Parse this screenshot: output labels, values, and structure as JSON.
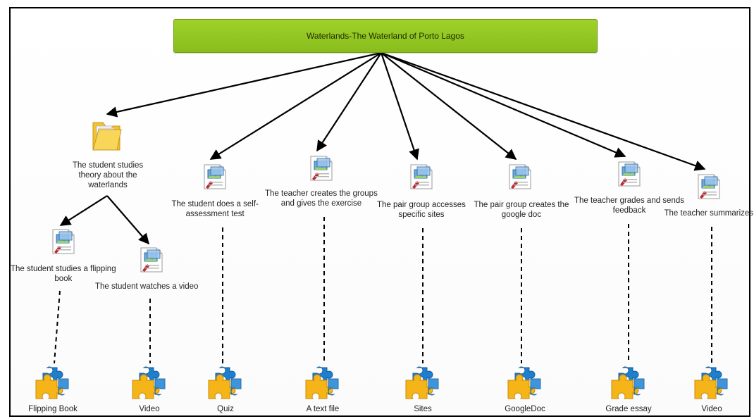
{
  "title": "Waterlands-The Waterland of Porto Lagos",
  "theory": {
    "label": [
      "The student  studies",
      "theory about the",
      "waterlands"
    ]
  },
  "sub_activities": [
    {
      "lines": [
        "The student studies a flipping",
        "book"
      ],
      "resource": "Flipping Book"
    },
    {
      "lines": [
        "The student watches a video"
      ],
      "resource": "Video"
    }
  ],
  "activities": [
    {
      "lines": [
        "The student does a self-",
        "assessment test"
      ],
      "resource": "Quiz"
    },
    {
      "lines": [
        "The teacher creates the groups",
        "and gives the exercise"
      ],
      "resource": "A text file"
    },
    {
      "lines": [
        "The pair group accesses",
        "specific sites"
      ],
      "resource": "Sites"
    },
    {
      "lines": [
        "The pair group creates  the",
        "google doc"
      ],
      "resource": "GoogleDoc"
    },
    {
      "lines": [
        "The teacher grades and sends",
        "feedback"
      ],
      "resource": "Grade essay"
    },
    {
      "lines": [
        "The teacher summarizes"
      ],
      "resource": "Video"
    }
  ],
  "colors": {
    "title_box": "#94c721",
    "puzzle_yellow": "#f5b417",
    "puzzle_blue": "#1f7fcf",
    "folder": "#f2c230"
  },
  "icons": {
    "theory": "folder-icon",
    "activity": "document-icon",
    "resource": "puzzle-piece-icon"
  }
}
